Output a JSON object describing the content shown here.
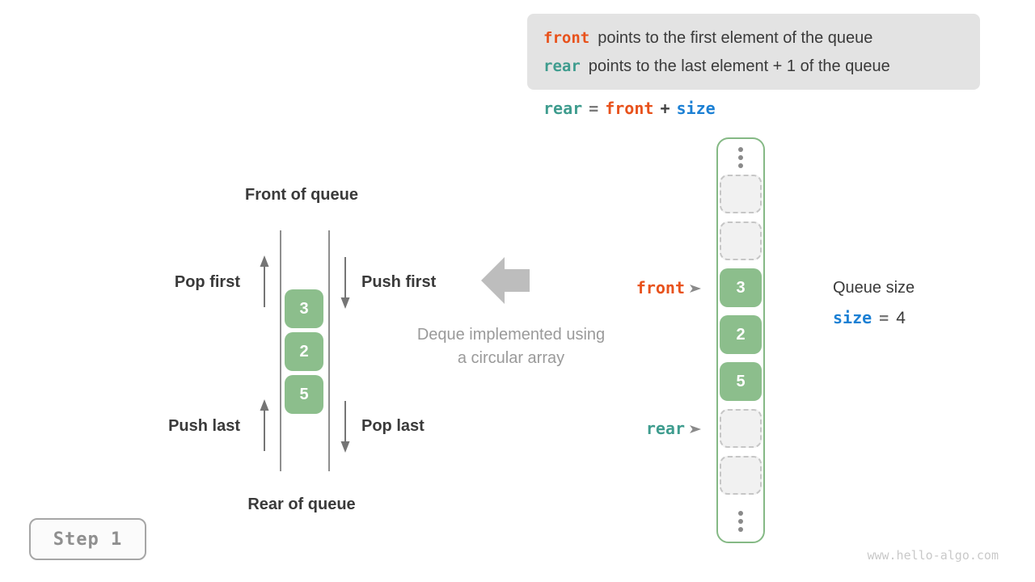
{
  "colors": {
    "accent_orange": "#e8521c",
    "accent_teal": "#3e9c8e",
    "accent_blue": "#1c80d4",
    "cell_green": "#8cbe8c",
    "column_border_green": "#85b985",
    "info_box_bg": "#e3e3e3",
    "text_dark": "#3a3a3a",
    "text_gray": "#9a9a9a"
  },
  "info_box": {
    "line1_keyword": "front",
    "line1_text": "points to the first element of the queue",
    "line2_keyword": "rear",
    "line2_text": "points to the last element + 1 of the queue"
  },
  "formula": {
    "lhs": "rear",
    "eq": "=",
    "operand1": "front",
    "plus": "+",
    "operand2": "size"
  },
  "deque": {
    "front_of_queue": "Front of queue",
    "rear_of_queue": "Rear of queue",
    "pop_first": "Pop first",
    "push_first": "Push first",
    "push_last": "Push last",
    "pop_last": "Pop last",
    "values": [
      "3",
      "2",
      "5"
    ]
  },
  "caption": {
    "line1": "Deque implemented using",
    "line2": "a circular array"
  },
  "array_column": {
    "front_pointer_label": "front",
    "rear_pointer_label": "rear",
    "cells": [
      {
        "type": "ellipsis"
      },
      {
        "type": "empty"
      },
      {
        "type": "empty"
      },
      {
        "type": "value",
        "value": "3",
        "pointer": "front"
      },
      {
        "type": "value",
        "value": "2"
      },
      {
        "type": "value",
        "value": "5"
      },
      {
        "type": "empty",
        "pointer": "rear"
      },
      {
        "type": "empty"
      },
      {
        "type": "ellipsis"
      }
    ]
  },
  "queue_size": {
    "title": "Queue size",
    "variable": "size",
    "eq": "=",
    "value": "4"
  },
  "step_badge": {
    "label": "Step 1"
  },
  "watermark": "www.hello-algo.com"
}
